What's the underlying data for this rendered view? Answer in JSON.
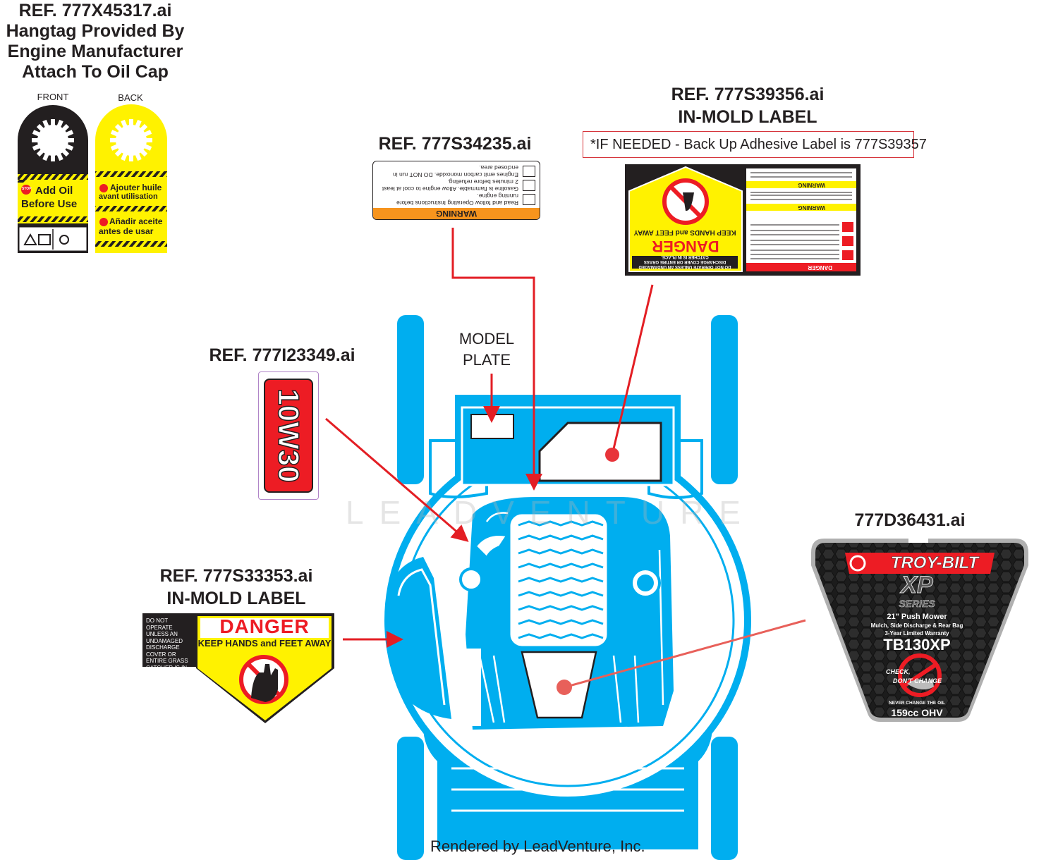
{
  "hangtag": {
    "ref": "REF. 777X45317.ai",
    "line2": "Hangtag Provided By",
    "line3": "Engine Manufacturer",
    "line4": "Attach To Oil Cap",
    "front_label": "FRONT",
    "back_label": "BACK",
    "front_text_1": "Add Oil",
    "front_text_2": "Before Use",
    "back_text_1": "Ajouter huile",
    "back_text_2": "avant utilisation",
    "back_text_3": "Añadir aceite",
    "back_text_4": "antes de usar",
    "stop_text": "STOP",
    "colors": {
      "black": "#231f20",
      "yellow": "#fff200",
      "red": "#ed1c24"
    }
  },
  "warning_label": {
    "ref": "REF. 777S34235.ai",
    "header": "WARNING",
    "line1": "Read and follow Operating Instructions before",
    "line2": "running engine.",
    "line3": "Gasoline is flammable. Allow engine to cool at least",
    "line4": "2 minutes before refueling.",
    "line5": "Engines emit carbon monoxide. DO NOT run in",
    "line6": "enclosed area.",
    "colors": {
      "header": "#f7941d"
    }
  },
  "inmold_top": {
    "ref": "REF. 777S39356.ai",
    "subtitle": "IN-MOLD LABEL",
    "note": "*IF NEEDED - Back Up Adhesive Label is 777S39357",
    "danger": "DANGER",
    "keep_away": "KEEP HANDS and FEET AWAY",
    "do_not_operate": "DO NOT OPERATE UNLESS AN UNDAMAGED DISCHARGE COVER OR ENTIRE GRASS CATCHER IS IN PLACE.",
    "warning_a": "WARNING",
    "warning_b": "WARNING",
    "danger_small": "DANGER"
  },
  "oil_label": {
    "ref": "REF. 777I23349.ai",
    "text": "10W30",
    "colors": {
      "red": "#ed1c24"
    }
  },
  "model_plate": {
    "line1": "MODEL",
    "line2": "PLATE"
  },
  "inmold_left": {
    "ref": "REF. 777S33353.ai",
    "subtitle": "IN-MOLD LABEL",
    "side_text": "DO NOT OPERATE UNLESS AN UNDAMAGED DISCHARGE COVER OR ENTIRE GRASS CATCHER IS IN PLACE.",
    "danger": "DANGER",
    "keep_away": "KEEP HANDS and FEET AWAY"
  },
  "troybilt": {
    "ref": "777D36431.ai",
    "brand": "TROY-BILT",
    "series_1": "XP",
    "series_2": "SERIES",
    "push_mower": "21\" Push Mower",
    "features": "Mulch, Side Discharge & Rear Bag",
    "warranty": "3-Year Limited Warranty",
    "model": "TB130XP",
    "check_1": "CHECK,",
    "check_2": "DON'T CHANGE",
    "never_change": "NEVER CHANGE THE OIL",
    "engine": "159cc OHV"
  },
  "watermark": "LEADVENTURE",
  "footer": "Rendered by LeadVenture, Inc.",
  "colors": {
    "mower_blue": "#00aeef",
    "arrow_red": "#e31e24",
    "dot_red": "#e8343a"
  }
}
